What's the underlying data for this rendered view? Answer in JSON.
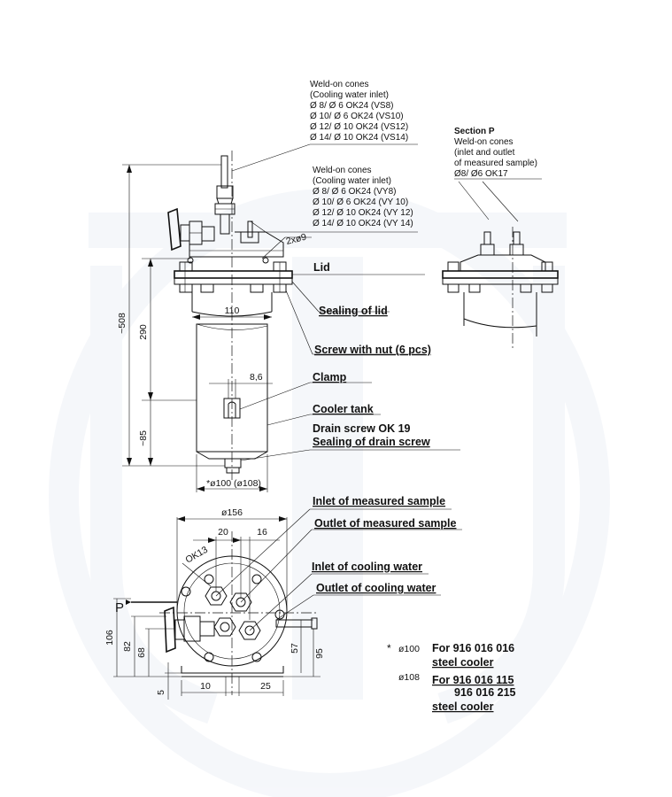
{
  "watermark": {
    "color": "#e6eaf3"
  },
  "notes": {
    "cones_inlet_top": [
      "Weld-on cones",
      "(Cooling water inlet)",
      "Ø 8/ Ø 6 OK24 (VS8)",
      "Ø 10/ Ø 6 OK24 (VS10)",
      "Ø 12/ Ø 10 OK24 (VS12)",
      "Ø 14/ Ø 10 OK24 (VS14)"
    ],
    "cones_inlet_mid": [
      "Weld-on cones",
      "(Cooling water inlet)",
      "Ø 8/ Ø 6 OK24 (VY8)",
      "Ø 10/ Ø 6 OK24 (VY 10)",
      "Ø 12/ Ø 10 OK24 (VY 12)",
      "Ø 14/ Ø 10 OK24 (VY 14)"
    ],
    "section_p_title": "Section P",
    "section_p": [
      "Weld-on cones",
      "(inlet and outlet",
      "of measured sample)",
      "Ø8/ Ø6 OK17"
    ]
  },
  "labels": {
    "lid": "Lid",
    "sealing_lid": "Sealing of lid",
    "screw_nut": "Screw with nut (6 pcs)",
    "clamp": "Clamp",
    "cooler_tank": "Cooler tank",
    "drain_screw": "Drain screw OK 19",
    "sealing_drain": "Sealing of drain screw",
    "inlet_sample": "Inlet of measured sample",
    "outlet_sample": "Outlet of measured sample",
    "inlet_cooling": "Inlet of cooling water",
    "outlet_cooling": "Outlet of cooling water"
  },
  "dimensions": {
    "total_height": "~508",
    "height_290": "290",
    "height_85": "~85",
    "width_110": "110",
    "clamp_86": "8,6",
    "dia_100": "*ø100 (ø108)",
    "holes": "2xø9",
    "dia_156": "ø156",
    "d20": "20",
    "d16": "16",
    "ok13": "OK13",
    "h106": "106",
    "h82": "82",
    "h68": "68",
    "h5": "5",
    "h57": "57",
    "h95": "95",
    "w10": "10",
    "w25": "25",
    "section_mark": "P"
  },
  "legend": {
    "star": "*",
    "d100": "ø100",
    "d108": "ø108",
    "text1_a": "For 916 016 016",
    "text1_b": "steel cooler",
    "text2_a": "For 916 016 115",
    "text2_b": "916 016 215",
    "text2_c": "steel cooler"
  }
}
